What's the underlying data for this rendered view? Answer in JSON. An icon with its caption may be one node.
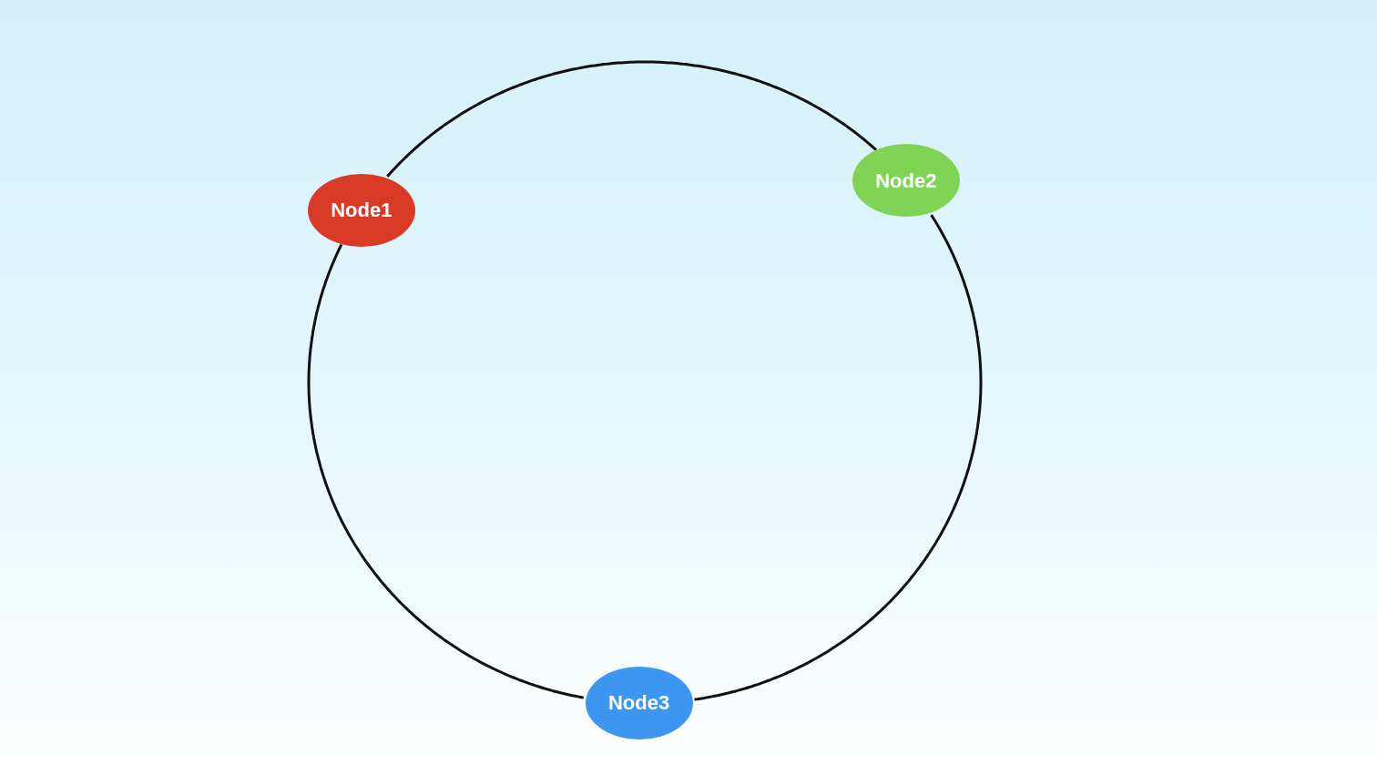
{
  "diagram": {
    "nodes": [
      {
        "text": [
          "Node1"
        ]
      },
      {
        "text": [
          "Node2"
        ]
      },
      {
        "text": [
          "Node3"
        ]
      }
    ],
    "edges": [
      {
        "from": 0,
        "to": 1,
        "arrow": "none"
      },
      {
        "from": 1,
        "to": 2,
        "arrow": "none"
      },
      {
        "from": 2,
        "to": 0,
        "arrow": "none"
      }
    ]
  }
}
